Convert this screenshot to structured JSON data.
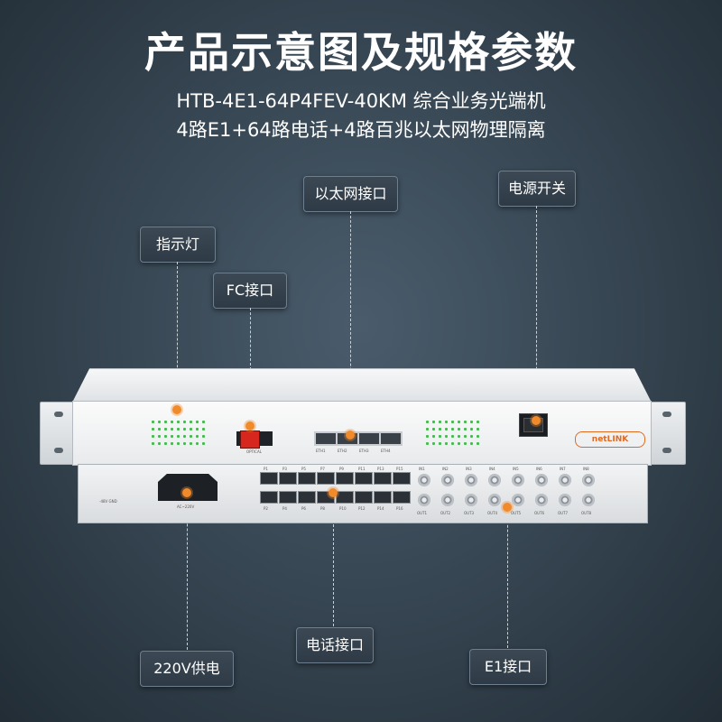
{
  "header": {
    "title": "产品示意图及规格参数",
    "model_line": "HTB-4E1-64P4FEV-40KM 综合业务光端机",
    "spec_line": "4路E1+64路电话+4路百兆以太网物理隔离"
  },
  "labels": {
    "indicator": "指示灯",
    "fc_port": "FC接口",
    "ethernet_port": "以太网接口",
    "power_switch": "电源开关",
    "power_supply": "220V供电",
    "phone_port": "电话接口",
    "e1_port": "E1接口"
  },
  "device": {
    "brand": "netLINK",
    "fc_text": "OPTICAL",
    "eth_ports": [
      "ETH1",
      "ETH2",
      "ETH3",
      "ETH4"
    ],
    "ac_text": "AC~220V",
    "dc_text": "-48V GND",
    "phone_top": [
      "P1",
      "P3",
      "P5",
      "P7",
      "P9",
      "P11",
      "P13",
      "P15"
    ],
    "phone_bottom": [
      "P2",
      "P4",
      "P6",
      "P8",
      "P10",
      "P12",
      "P14",
      "P16"
    ],
    "e1_in": [
      "IN1",
      "IN2",
      "IN3",
      "IN4",
      "IN5",
      "IN6",
      "IN7",
      "IN8"
    ],
    "e1_out": [
      "OUT1",
      "OUT2",
      "OUT3",
      "OUT4",
      "OUT5",
      "OUT6",
      "OUT7",
      "OUT8"
    ]
  },
  "colors": {
    "accent": "#f08a2a",
    "fc_red": "#d7261e"
  }
}
